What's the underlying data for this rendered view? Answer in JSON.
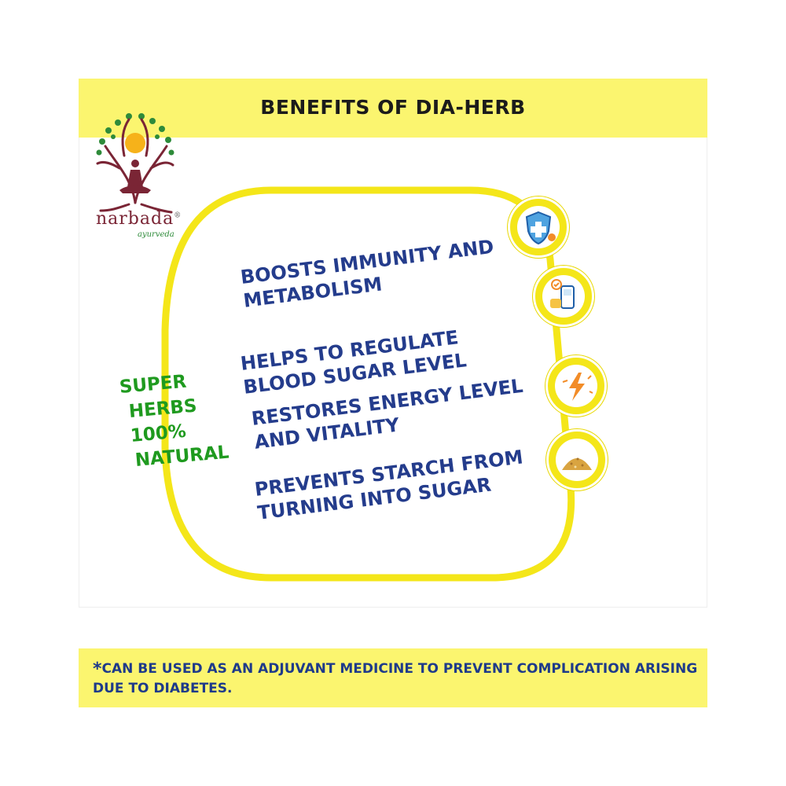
{
  "header": {
    "title": "BENEFITS OF DIA-HERB"
  },
  "brand": {
    "name": "narbada",
    "registered": "®",
    "subtitle": "ayurveda"
  },
  "tagline": {
    "lines": [
      "SUPER",
      "HERBS",
      "100%",
      "NATURAL"
    ]
  },
  "benefits": [
    {
      "line1": "BOOSTS IMMUNITY AND",
      "line2": "METABOLISM",
      "icon": "shield-cross-icon"
    },
    {
      "line1": "HELPS TO REGULATE",
      "line2": "BLOOD SUGAR LEVEL",
      "icon": "glucose-meter-icon"
    },
    {
      "line1": "RESTORES ENERGY LEVEL",
      "line2": "AND VITALITY",
      "icon": "lightning-icon"
    },
    {
      "line1": "PREVENTS STARCH FROM",
      "line2": "TURNING INTO SUGAR",
      "icon": "starch-pile-icon"
    }
  ],
  "footer": {
    "asterisk": "*",
    "note": "CAN BE USED AS AN ADJUVANT MEDICINE TO PREVENT COMPLICATION ARISING DUE TO DIABETES."
  },
  "colors": {
    "banner_yellow": "#fbf56f",
    "capsule_yellow": "#f4e619",
    "benefit_blue": "#243c8c",
    "tagline_green": "#1f9a1f",
    "brand_maroon": "#7a2535"
  }
}
